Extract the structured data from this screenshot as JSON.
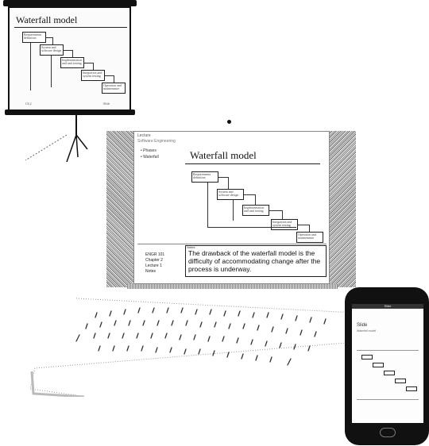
{
  "projector": {
    "slide_title": "Waterfall model",
    "footer_left": "Ch 2",
    "footer_right": "Slide"
  },
  "laptop": {
    "header_top": "Lecture",
    "header_sub": "Software Engineering",
    "bullets": [
      "Phases",
      "Waterfall"
    ],
    "slide_title": "Waterfall model",
    "meta": [
      "ENGR 101",
      "Chapter 2",
      "Lecture 1",
      "Notes"
    ],
    "notes_label": "Notes",
    "notes_text": "The drawback of the waterfall model is the difficulty of accommodating change after the process is underway."
  },
  "waterfall_steps": [
    "Requirements definition",
    "System and software design",
    "Implementation and unit testing",
    "Integration and system testing",
    "Operation and maintenance"
  ],
  "phone": {
    "status": "Slide",
    "title": "Slide",
    "text": "Waterfall model"
  },
  "colors": {
    "ink": "#111111",
    "paper": "#ffffff",
    "dither": "#999999"
  }
}
